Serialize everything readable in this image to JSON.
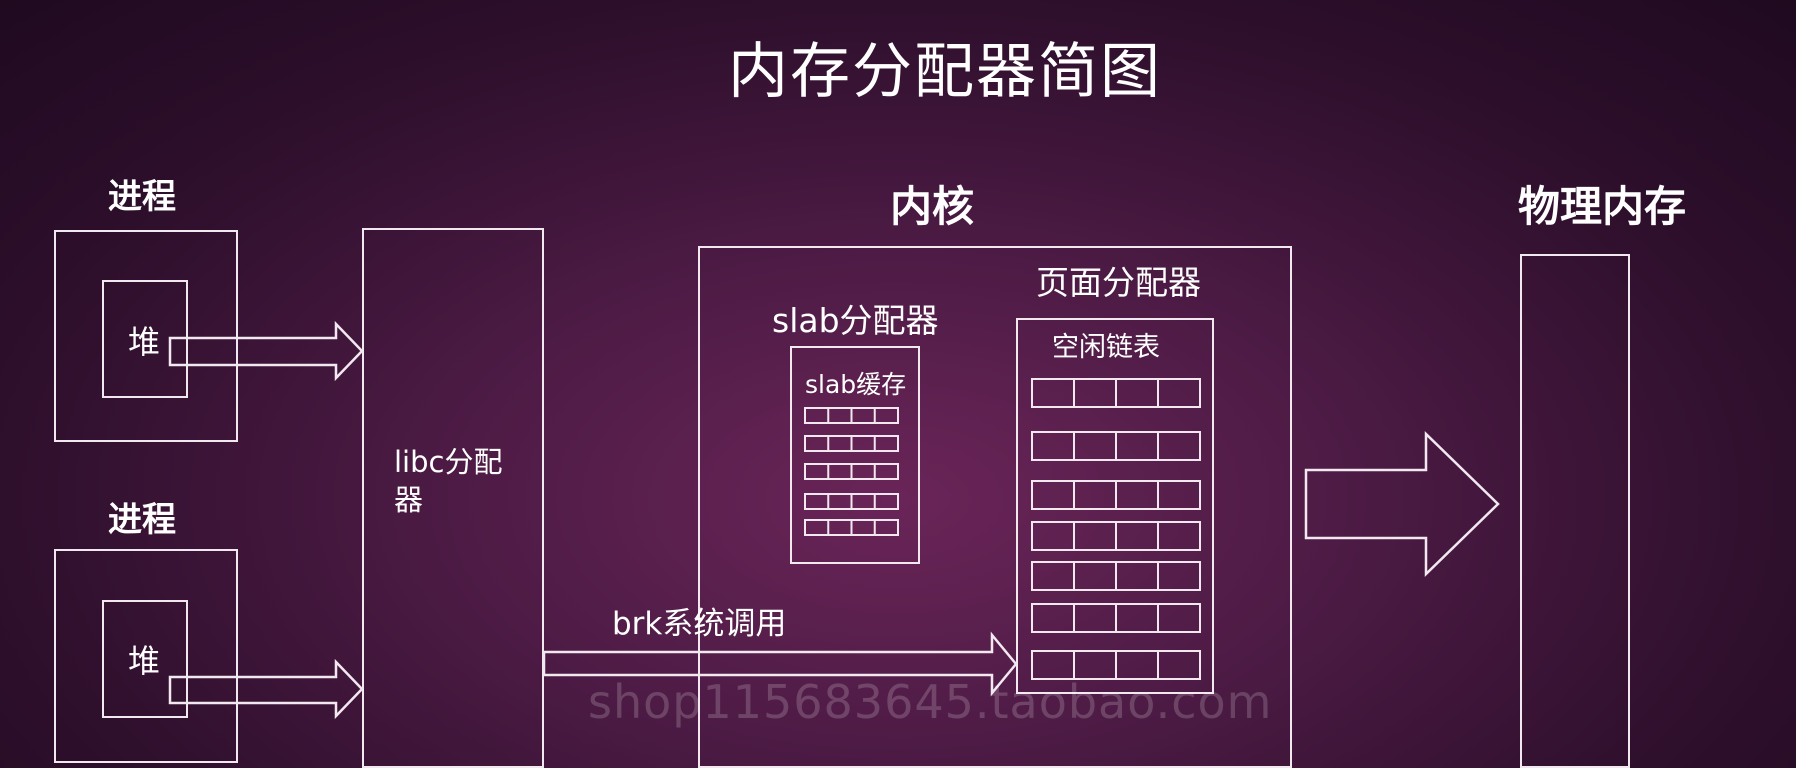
{
  "title": "内存分配器简图",
  "process_label": "进程",
  "heap_label": "堆",
  "libc_label_line1": "libc分配",
  "libc_label_line2": "器",
  "kernel_label": "内核",
  "slab_allocator_label": "slab分配器",
  "slab_cache_label": "slab缓存",
  "page_allocator_label": "页面分配器",
  "free_list_label": "空闲链表",
  "brk_label": "brk系统调用",
  "physical_memory_label": "物理内存",
  "watermark": "shop115683645.taobao.com",
  "colors": {
    "line": "#f2e8f0",
    "background_center": "#6a2558",
    "background_edge": "#1f0a20"
  }
}
